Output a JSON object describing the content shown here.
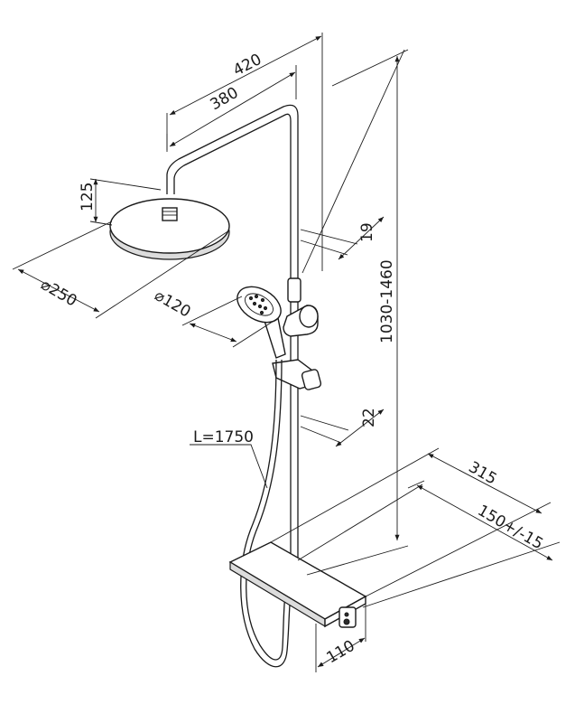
{
  "dimensions": {
    "total_reach": "420",
    "arm_reach": "380",
    "head_height": "125",
    "head_diameter": "⌀250",
    "hand_shower_diameter": "⌀120",
    "rail_diameter": "19",
    "height_range": "1030-1460",
    "lower_rail": "22",
    "hose_length": "L=1750",
    "shelf_width": "315",
    "mount_distance": "150+/-15",
    "shelf_depth": "110"
  }
}
